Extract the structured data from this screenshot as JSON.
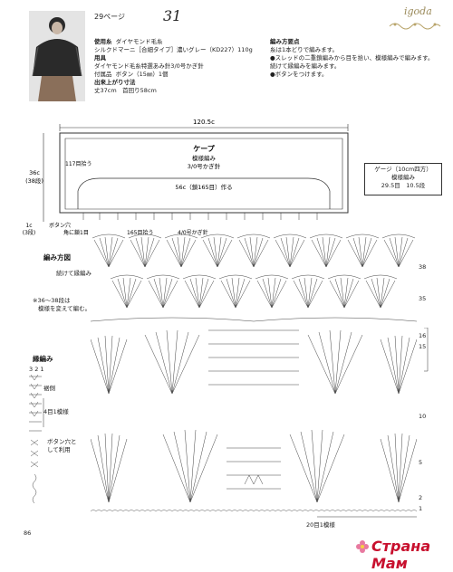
{
  "header": {
    "page_ref": "29ページ",
    "pattern_no": "31",
    "brand": "igoda"
  },
  "materials": {
    "yarn_label": "使用糸",
    "yarn_brand": "ダイヤモンド毛糸",
    "yarn_detail": "シルクドマーニ［合細タイプ］濃いグレー（KD227）110g",
    "tools_label": "用具",
    "tools_detail": "ダイヤモンド毛糸特選あみ針3/0号かぎ針",
    "notions_label": "付属品",
    "notions_detail": "ボタン（15㎜）1個",
    "size_label": "出来上がり寸法",
    "size_detail": "丈37cm　首回り58cm"
  },
  "method": {
    "title": "編み方要点",
    "steps": [
      "糸は1本どりで編みます。",
      "●スレッドの二重鎖編みから目を拾い、模様編みで編みます。",
      "続けて縁編みを編みます。",
      "●ボタンをつけます。"
    ]
  },
  "schematic": {
    "total_width": "120.5c",
    "piece_name": "ケープ",
    "stitch": "模様編み",
    "hook": "3/0号かぎ針",
    "width_note": "56c（鎖165目）作る",
    "height": "36c",
    "height_rows": "(38段)",
    "pickup": "117目拾う",
    "border_depth": "1c",
    "border_rows": "(3段)",
    "buttonhole": "ボタン穴",
    "corner_chain": "角に鎖1目",
    "pickup_bottom": "165目拾う",
    "border_hook": "4/0号かぎ針"
  },
  "gauge": {
    "title": "ゲージ（10cm四方）",
    "stitch": "模様編み",
    "values": "29.5目　10.5段"
  },
  "chart": {
    "title": "編み方図",
    "continue_note": "続けて縁編み",
    "change_note_1": "※36～38段は",
    "change_note_2": "模様を変えて編む。",
    "row_labels": [
      "38",
      "35",
      "16",
      "15",
      "10",
      "5",
      "2",
      "1"
    ],
    "repeat_note": "20目1模様"
  },
  "edging": {
    "title": "縁編み",
    "row_nums": "3 2 1",
    "side_label": "裾側",
    "repeat": "4目1模様",
    "buttonhole_1": "ボタン穴と",
    "buttonhole_2": "して利用"
  },
  "footer": {
    "page_number": "86"
  },
  "watermark": {
    "text": "Страна Мам"
  }
}
